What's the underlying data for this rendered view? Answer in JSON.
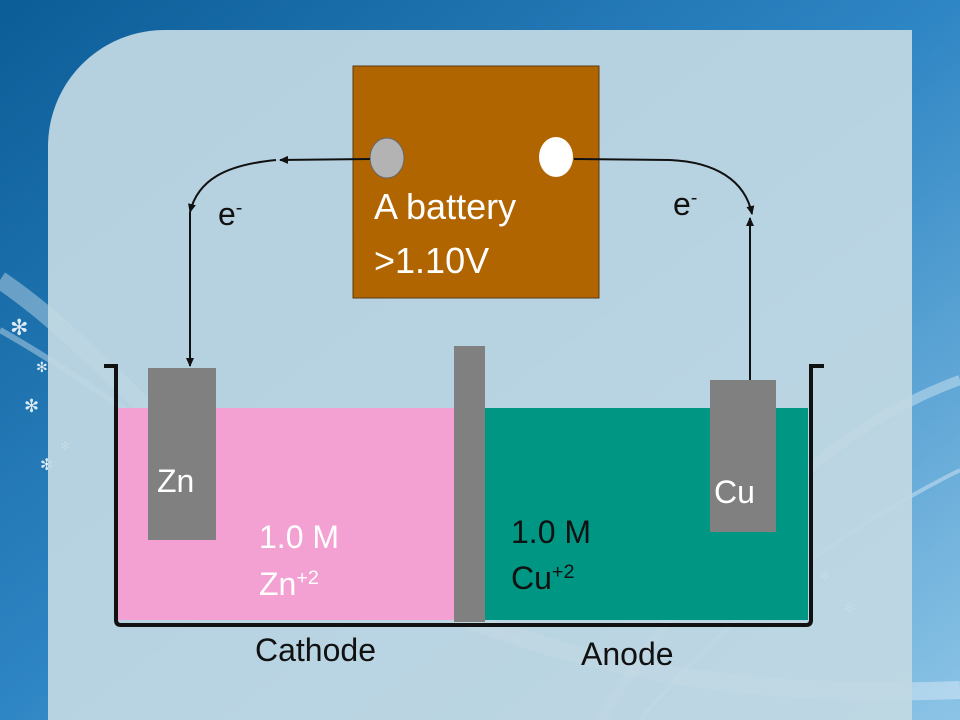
{
  "battery": {
    "line1": "A battery",
    "line2": ">1.10V",
    "color": "#b06500"
  },
  "electron_left": {
    "base": "e",
    "sup": "-"
  },
  "electron_right": {
    "base": "e",
    "sup": "-"
  },
  "electrodes": {
    "left": {
      "label": "Zn",
      "color": "#808080"
    },
    "right": {
      "label": "Cu",
      "color": "#808080"
    }
  },
  "solutions": {
    "left": {
      "conc": "1.0 M",
      "ion": "Zn",
      "charge": "+2",
      "color": "#f3a0d2"
    },
    "right": {
      "conc": "1.0 M",
      "ion": "Cu",
      "charge": "+2",
      "color": "#009684"
    }
  },
  "captions": {
    "left": "Cathode",
    "right": "Anode"
  },
  "colors": {
    "background_blue": "#1e6fa8",
    "panel": "#c0d8e2",
    "wire": "#111111"
  }
}
